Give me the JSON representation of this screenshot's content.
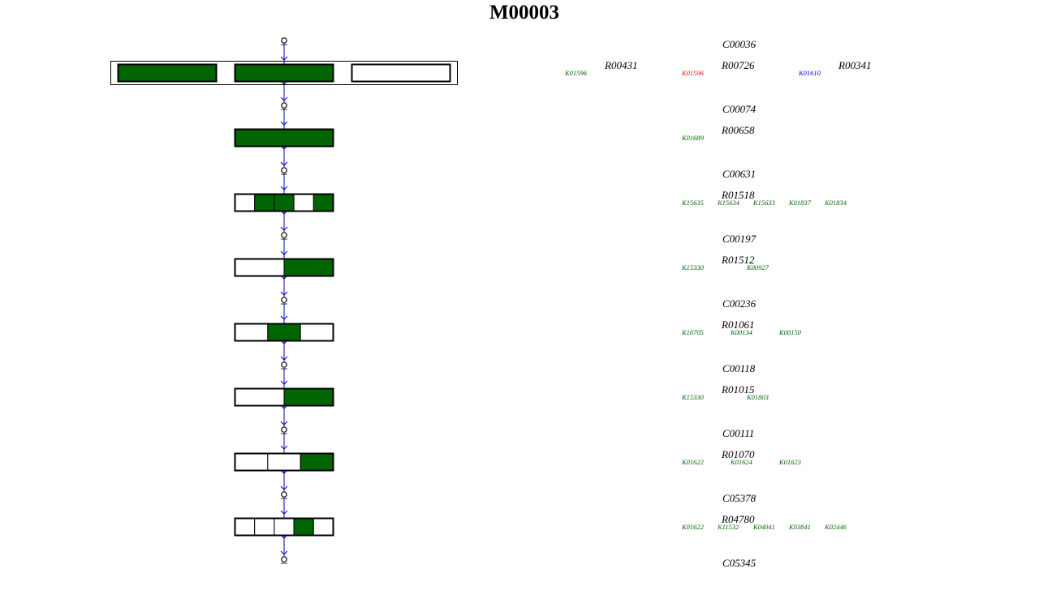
{
  "title": "M00003",
  "colors": {
    "filled": "#006400",
    "link": "#0000cc",
    "ko_default": "#006400",
    "ko_red": "#ff0000",
    "ko_blue": "#0000cc"
  },
  "compounds": [
    "C00036",
    "C00074",
    "C00631",
    "C00197",
    "C00236",
    "C00118",
    "C00111",
    "C05378",
    "C05345"
  ],
  "steps": [
    {
      "boxes": [
        {
          "cells": [
            true
          ]
        },
        {
          "cells": [
            true
          ]
        },
        {
          "cells": [
            false
          ]
        }
      ],
      "reactions": [
        "R00431",
        "R00726",
        "R00341"
      ],
      "kos": [
        {
          "id": "K01596",
          "color": "green"
        },
        {
          "id": "K01596",
          "color": "red"
        },
        {
          "id": "K01610",
          "color": "blue"
        }
      ]
    },
    {
      "boxes": [
        {
          "cells": [
            true
          ]
        }
      ],
      "reactions": [
        "R00658"
      ],
      "kos": [
        {
          "id": "K01689",
          "color": "green"
        }
      ]
    },
    {
      "boxes": [
        {
          "cells": [
            false,
            true,
            true,
            false,
            true
          ]
        }
      ],
      "reactions": [
        "R01518"
      ],
      "kos": [
        {
          "id": "K15635",
          "color": "green"
        },
        {
          "id": "K15634",
          "color": "green"
        },
        {
          "id": "K15633",
          "color": "green"
        },
        {
          "id": "K01837",
          "color": "green"
        },
        {
          "id": "K01834",
          "color": "green"
        }
      ]
    },
    {
      "boxes": [
        {
          "cells": [
            false,
            true
          ]
        }
      ],
      "reactions": [
        "R01512"
      ],
      "kos": [
        {
          "id": "K15330",
          "color": "green"
        },
        {
          "id": "K00927",
          "color": "green"
        }
      ]
    },
    {
      "boxes": [
        {
          "cells": [
            false,
            true,
            false
          ]
        }
      ],
      "reactions": [
        "R01061"
      ],
      "kos": [
        {
          "id": "K10705",
          "color": "green"
        },
        {
          "id": "K00134",
          "color": "green"
        },
        {
          "id": "K00150",
          "color": "green"
        }
      ]
    },
    {
      "boxes": [
        {
          "cells": [
            false,
            true
          ]
        }
      ],
      "reactions": [
        "R01015"
      ],
      "kos": [
        {
          "id": "K15330",
          "color": "green"
        },
        {
          "id": "K01803",
          "color": "green"
        }
      ]
    },
    {
      "boxes": [
        {
          "cells": [
            false,
            false,
            true
          ]
        }
      ],
      "reactions": [
        "R01070"
      ],
      "kos": [
        {
          "id": "K01622",
          "color": "green"
        },
        {
          "id": "K01624",
          "color": "green"
        },
        {
          "id": "K01623",
          "color": "green"
        }
      ]
    },
    {
      "boxes": [
        {
          "cells": [
            false,
            false,
            false,
            true,
            false
          ]
        }
      ],
      "reactions": [
        "R04780"
      ],
      "kos": [
        {
          "id": "K01622",
          "color": "green"
        },
        {
          "id": "K11532",
          "color": "green"
        },
        {
          "id": "K04041",
          "color": "green"
        },
        {
          "id": "K03841",
          "color": "green"
        },
        {
          "id": "K02446",
          "color": "green"
        }
      ]
    }
  ]
}
